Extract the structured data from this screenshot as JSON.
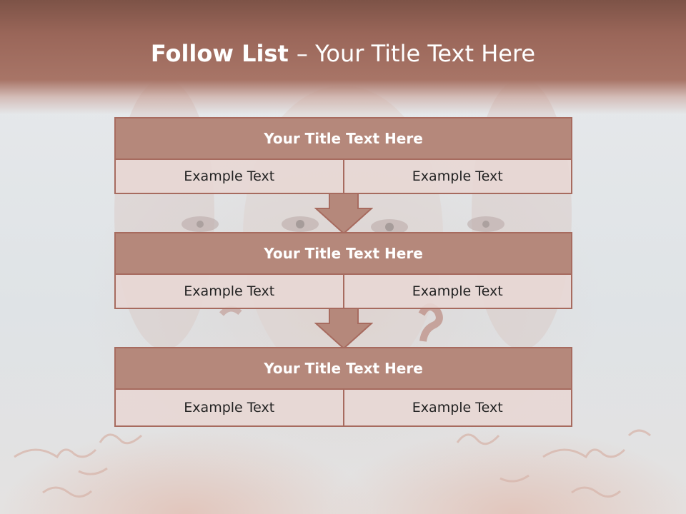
{
  "slide": {
    "title_bold": "Follow List ",
    "title_rest": " – Your Title Text Here"
  },
  "blocks": [
    {
      "title": "Your Title Text Here",
      "left": "Example Text",
      "right": "Example Text"
    },
    {
      "title": "Your Title Text Here",
      "left": "Example Text",
      "right": "Example Text"
    },
    {
      "title": "Your Title Text Here",
      "left": "Example Text",
      "right": "Example Text"
    }
  ],
  "colors": {
    "header": "#9a6659",
    "box_title": "#b5887b",
    "box_border": "#a76b5f",
    "box_cell": "#e8d7d4",
    "arrow": "#b5887b"
  }
}
